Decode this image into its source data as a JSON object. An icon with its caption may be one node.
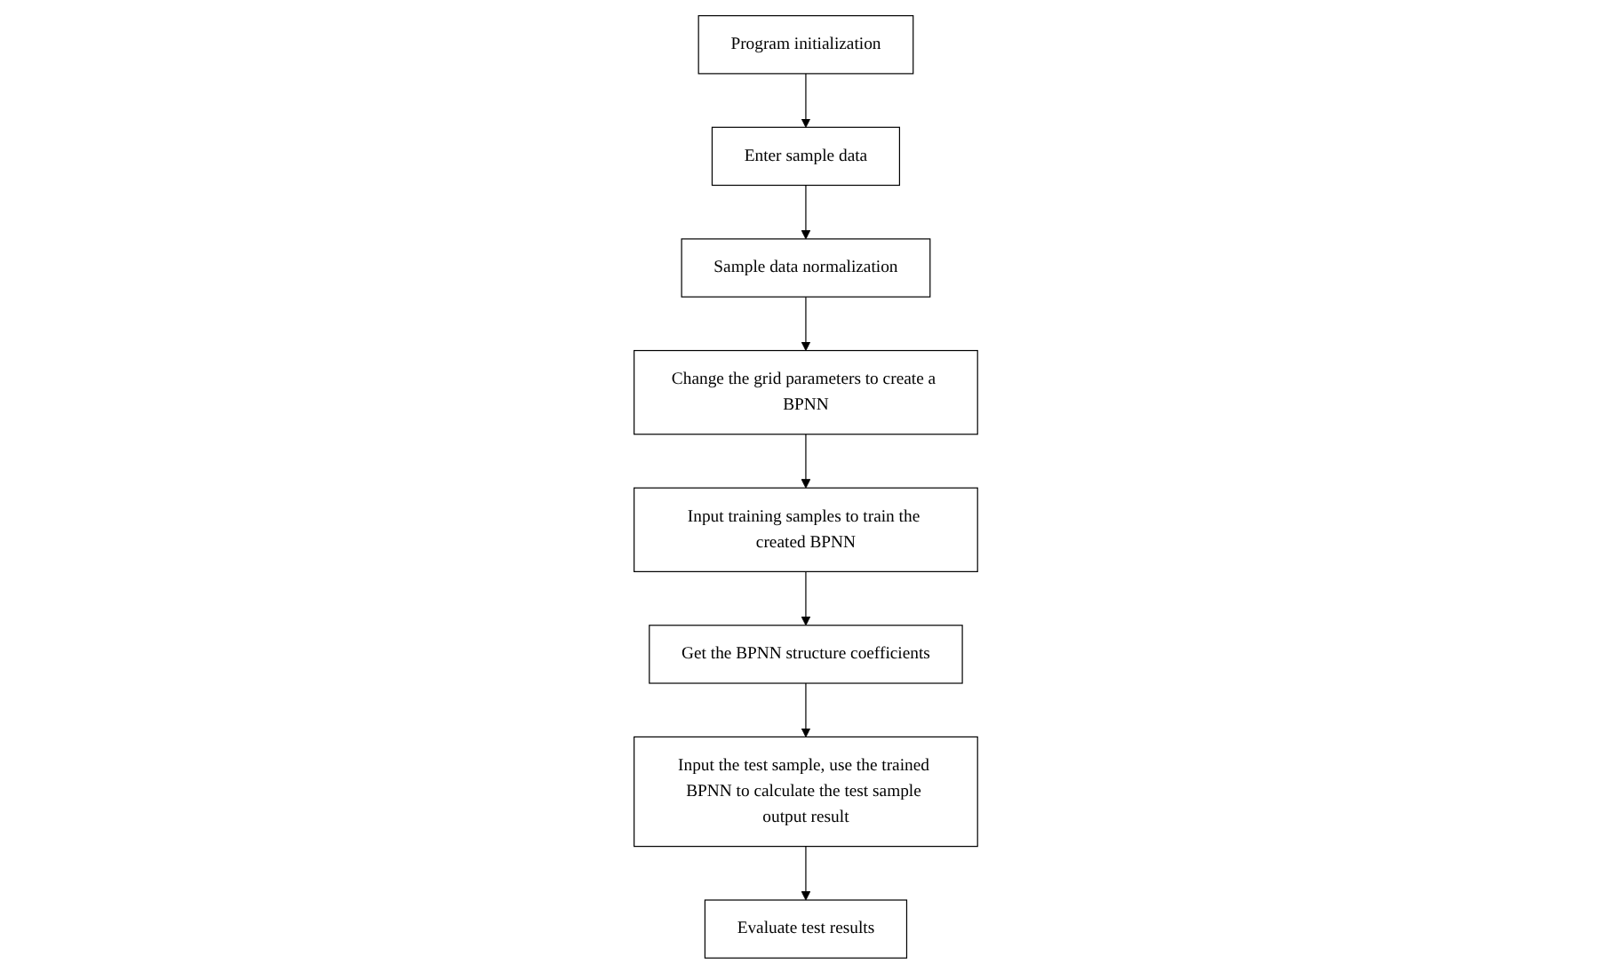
{
  "diagram": {
    "nodes": [
      {
        "text": [
          "Program initialization"
        ]
      },
      {
        "text": [
          "Enter sample data"
        ]
      },
      {
        "text": [
          "Sample data normalization"
        ]
      },
      {
        "text": [
          "Change the grid parameters to create a BPNN"
        ]
      },
      {
        "text": [
          "Input training samples to train the created BPNN"
        ]
      },
      {
        "text": [
          "Get the BPNN structure coefficients"
        ]
      },
      {
        "text": [
          "Input the test sample, use the trained BPNN to calculate the test sample output result"
        ]
      },
      {
        "text": [
          "Evaluate test results"
        ]
      }
    ],
    "edges": [
      {
        "from": 0,
        "to": 1,
        "arrow": "to"
      },
      {
        "from": 1,
        "to": 2,
        "arrow": "to"
      },
      {
        "from": 2,
        "to": 3,
        "arrow": "to"
      },
      {
        "from": 3,
        "to": 4,
        "arrow": "to"
      },
      {
        "from": 4,
        "to": 5,
        "arrow": "to"
      },
      {
        "from": 5,
        "to": 6,
        "arrow": "to"
      },
      {
        "from": 6,
        "to": 7,
        "arrow": "to"
      }
    ]
  }
}
